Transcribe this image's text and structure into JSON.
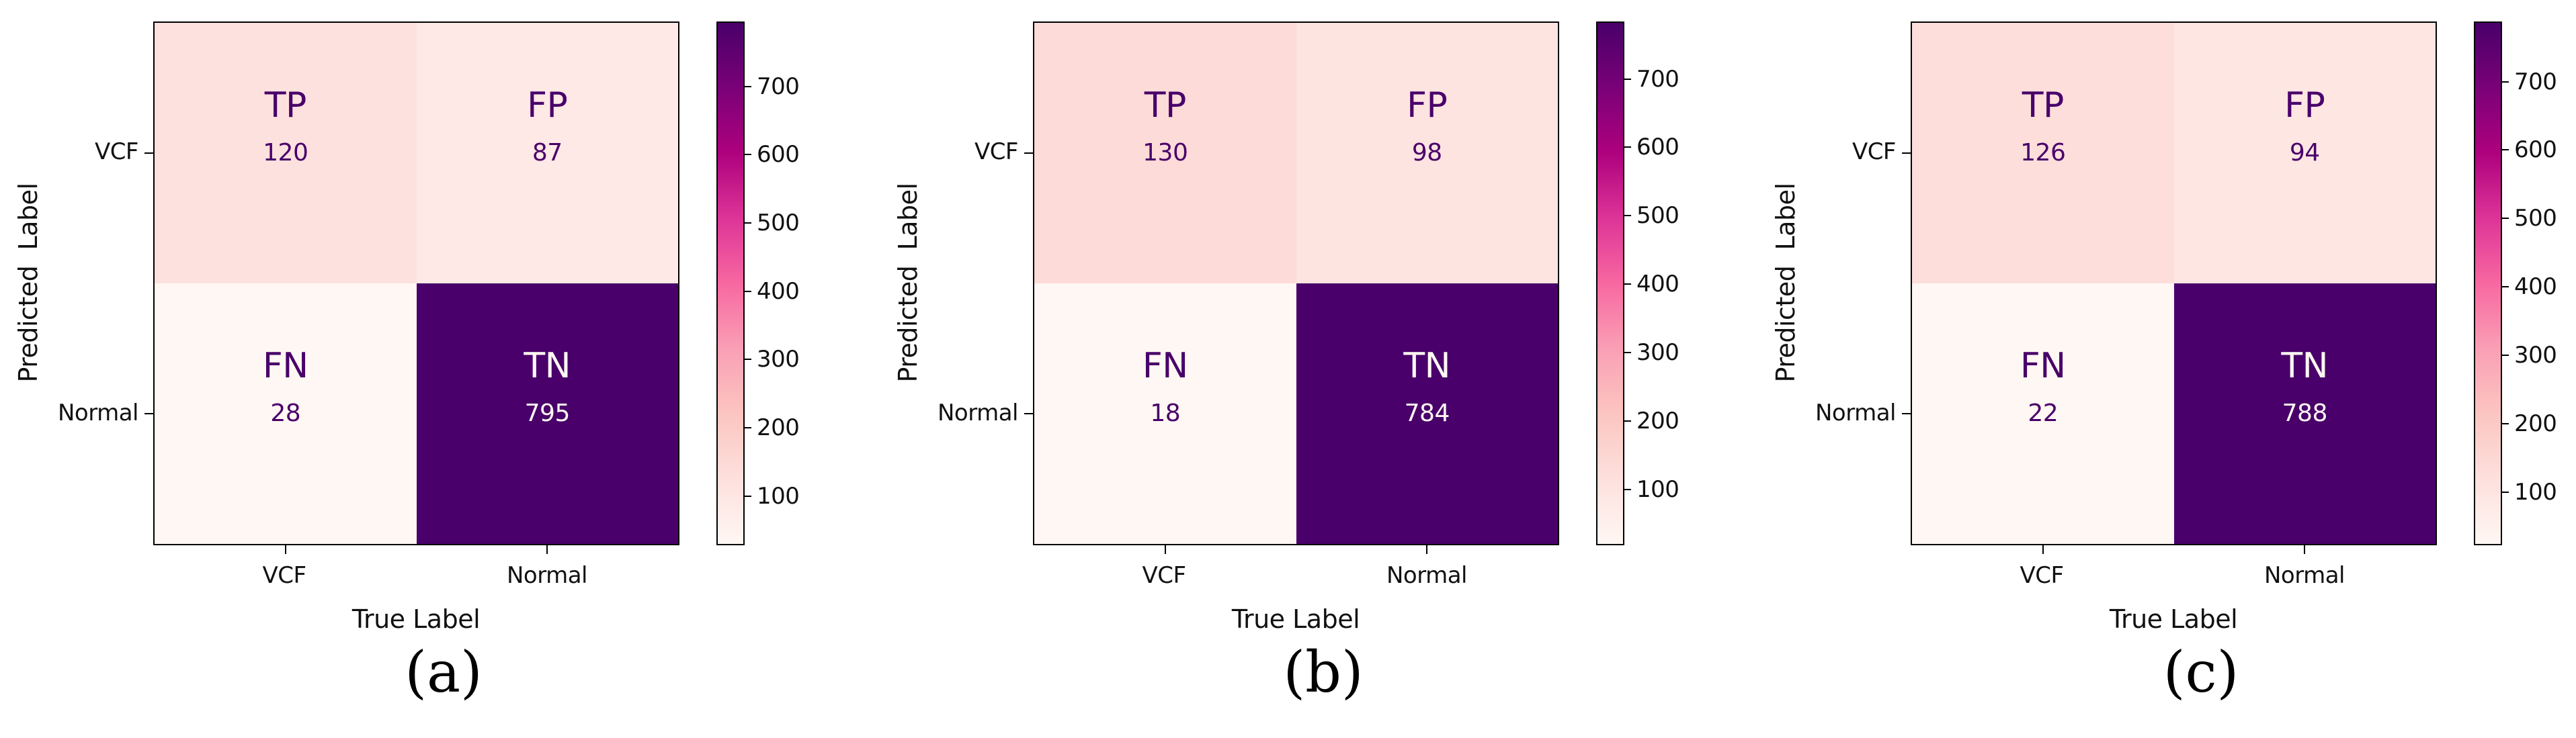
{
  "figure": {
    "description": "Three binary confusion matrices",
    "background": "#ffffff",
    "text_color": "#111111",
    "dark_cell_text": "#fff7f3",
    "light_cell_text": "#49006a"
  },
  "colorbar_gradient": [
    "#fff7f3",
    "#fde0dd",
    "#fcc5c0",
    "#fa9fb5",
    "#f768a1",
    "#dd3497",
    "#ae017e",
    "#7a0177",
    "#49006a"
  ],
  "panels": [
    {
      "caption": "(a)",
      "xlabel": "True Label",
      "ylabel": "Predicted  Label",
      "xticks": [
        "VCF",
        "Normal"
      ],
      "yticks": [
        "VCF",
        "Normal"
      ],
      "cells": [
        {
          "label": "TP",
          "value": "120",
          "bg": "#fde1de",
          "fg": "#49006a"
        },
        {
          "label": "FP",
          "value": "87",
          "bg": "#fee9e6",
          "fg": "#49006a"
        },
        {
          "label": "FN",
          "value": "28",
          "bg": "#fff7f3",
          "fg": "#49006a"
        },
        {
          "label": "TN",
          "value": "795",
          "bg": "#49006a",
          "fg": "#fff7f3"
        }
      ],
      "colorbar": {
        "vmin": 28,
        "vmax": 795,
        "ticks": [
          100,
          200,
          300,
          400,
          500,
          600,
          700
        ]
      }
    },
    {
      "caption": "(b)",
      "xlabel": "True Label",
      "ylabel": "Predicted  Label",
      "xticks": [
        "VCF",
        "Normal"
      ],
      "yticks": [
        "VCF",
        "Normal"
      ],
      "cells": [
        {
          "label": "TP",
          "value": "130",
          "bg": "#fddbd8",
          "fg": "#49006a"
        },
        {
          "label": "FP",
          "value": "98",
          "bg": "#fde4e1",
          "fg": "#49006a"
        },
        {
          "label": "FN",
          "value": "18",
          "bg": "#fff7f3",
          "fg": "#49006a"
        },
        {
          "label": "TN",
          "value": "784",
          "bg": "#49006a",
          "fg": "#fff7f3"
        }
      ],
      "colorbar": {
        "vmin": 18,
        "vmax": 784,
        "ticks": [
          100,
          200,
          300,
          400,
          500,
          600,
          700
        ]
      }
    },
    {
      "caption": "(c)",
      "xlabel": "True Label",
      "ylabel": "Predicted  Label",
      "xticks": [
        "VCF",
        "Normal"
      ],
      "yticks": [
        "VCF",
        "Normal"
      ],
      "cells": [
        {
          "label": "TP",
          "value": "126",
          "bg": "#fddedb",
          "fg": "#49006a"
        },
        {
          "label": "FP",
          "value": "94",
          "bg": "#fee6e3",
          "fg": "#49006a"
        },
        {
          "label": "FN",
          "value": "22",
          "bg": "#fff7f3",
          "fg": "#49006a"
        },
        {
          "label": "TN",
          "value": "788",
          "bg": "#49006a",
          "fg": "#fff7f3"
        }
      ],
      "colorbar": {
        "vmin": 22,
        "vmax": 788,
        "ticks": [
          100,
          200,
          300,
          400,
          500,
          600,
          700
        ]
      }
    }
  ],
  "chart_data": [
    {
      "type": "heatmap",
      "title": "(a)",
      "xlabel": "True Label",
      "ylabel": "Predicted Label",
      "x_categories": [
        "VCF",
        "Normal"
      ],
      "y_categories": [
        "VCF",
        "Normal"
      ],
      "cell_labels": [
        [
          "TP",
          "FP"
        ],
        [
          "FN",
          "TN"
        ]
      ],
      "matrix": [
        [
          120,
          87
        ],
        [
          28,
          795
        ]
      ],
      "colormap": "RdPu",
      "colorbar_ticks": [
        100,
        200,
        300,
        400,
        500,
        600,
        700
      ],
      "legend_position": "right-colorbar",
      "grid": false
    },
    {
      "type": "heatmap",
      "title": "(b)",
      "xlabel": "True Label",
      "ylabel": "Predicted Label",
      "x_categories": [
        "VCF",
        "Normal"
      ],
      "y_categories": [
        "VCF",
        "Normal"
      ],
      "cell_labels": [
        [
          "TP",
          "FP"
        ],
        [
          "FN",
          "TN"
        ]
      ],
      "matrix": [
        [
          130,
          98
        ],
        [
          18,
          784
        ]
      ],
      "colormap": "RdPu",
      "colorbar_ticks": [
        100,
        200,
        300,
        400,
        500,
        600,
        700
      ],
      "legend_position": "right-colorbar",
      "grid": false
    },
    {
      "type": "heatmap",
      "title": "(c)",
      "xlabel": "True Label",
      "ylabel": "Predicted Label",
      "x_categories": [
        "VCF",
        "Normal"
      ],
      "y_categories": [
        "VCF",
        "Normal"
      ],
      "cell_labels": [
        [
          "TP",
          "FP"
        ],
        [
          "FN",
          "TN"
        ]
      ],
      "matrix": [
        [
          126,
          94
        ],
        [
          22,
          788
        ]
      ],
      "colormap": "RdPu",
      "colorbar_ticks": [
        100,
        200,
        300,
        400,
        500,
        600,
        700
      ],
      "legend_position": "right-colorbar",
      "grid": false
    }
  ]
}
